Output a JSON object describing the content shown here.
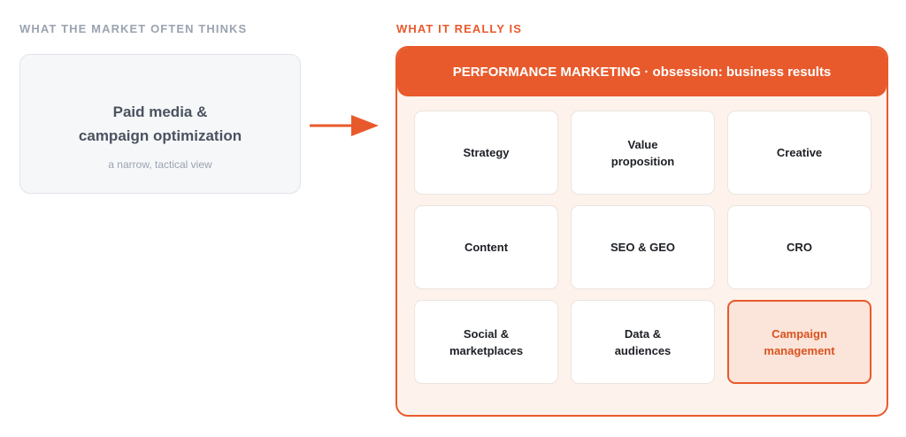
{
  "left": {
    "heading": "WHAT THE MARKET OFTEN THINKS",
    "card_title": "Paid media &\ncampaign optimization",
    "card_subtitle": "a narrow, tactical view"
  },
  "right": {
    "heading": "WHAT IT REALLY IS",
    "banner": "PERFORMANCE MARKETING · obsession: business results",
    "tiles": [
      {
        "label": "Strategy"
      },
      {
        "label": "Value\nproposition"
      },
      {
        "label": "Creative"
      },
      {
        "label": "Content"
      },
      {
        "label": "SEO & GEO"
      },
      {
        "label": "CRO"
      },
      {
        "label": "Social &\nmarketplaces"
      },
      {
        "label": "Data &\naudiences"
      },
      {
        "label": "Campaign\nmanagement",
        "highlighted": true
      }
    ]
  },
  "colors": {
    "accent": "#e85a2c",
    "muted_text": "#9aa3b0",
    "panel_bg": "#fdf2ec",
    "highlight_bg": "#fbe4d9"
  },
  "arrow_icon": "arrow-right-icon"
}
